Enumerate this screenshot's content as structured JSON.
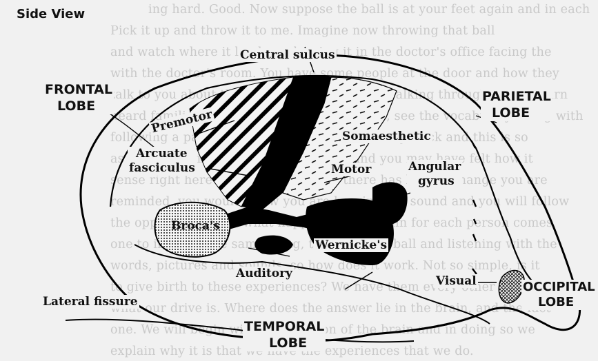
{
  "title": "Side View",
  "labels": {
    "central_sulcus": "Central sulcus",
    "frontal_lobe": [
      "FRONTAL",
      "LOBE"
    ],
    "parietal_lobe": [
      "PARIETAL",
      "LOBE"
    ],
    "premotor": "Premotor",
    "arcuate": [
      "Arcuate",
      "fasciculus"
    ],
    "somaesthetic": "Somaesthetic",
    "motor": "Motor",
    "angular": [
      "Angular",
      "gyrus"
    ],
    "brocas": "Broca's",
    "wernickes": "Wernicke's",
    "auditory": "Auditory",
    "visual": "Visual",
    "occipital_lobe": [
      "OCCIPITAL",
      "LOBE"
    ],
    "lateral_fissure": "Lateral fissure",
    "temporal_lobe": [
      "TEMPORAL",
      "LOBE"
    ]
  },
  "background_text": [
    "ing hard. Good. Now suppose the ball is at your feet again and in each",
    "Pick it up and throw it to me. Imagine now throwing that ball",
    "and watch where it lands, or leaving it in the doctor's office facing the",
    "with the doctor's room. You have some people at the door and how they",
    "talk to you about the colours, the feeling of walking through it, then turn",
    "heard familiar sounds, words and sentences, see the vocabulary rising with",
    "following a particular direction, they were very thick and this is so",
    "as it felt the vibration after some time and you may have felt how it",
    "sense right here or it stood still, and there has been a change you are",
    "reminded, you would know you are hearing the sound and you will follow",
    "the opposite side for what happens in the brain for each person comes",
    "one to imagine the same thing, throwing the ball and listening with the",
    "words, pictures and sounds, so how does it work. Not so simple, is it",
    "to give birth to these experiences? We have them every other day and",
    "what our drive is. Where does the answer lie in the brain, and the fact",
    "one. We will begin with a discussion of the brain and in doing so we",
    "explain why it is that we have the experiences that we do."
  ]
}
